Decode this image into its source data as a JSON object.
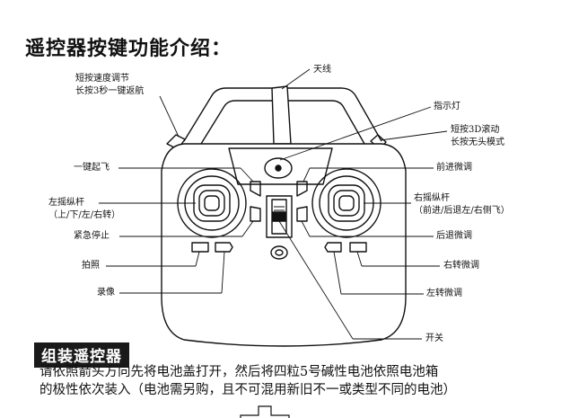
{
  "title": "遥控器按键功能介绍：",
  "labels": {
    "speed_line1": "短按速度调节",
    "speed_line2": "长按3秒一键返航",
    "antenna": "天线",
    "indicator": "指示灯",
    "rotate_line1": "短按3D滚动",
    "rotate_line2": "长按无头模式",
    "takeoff": "一键起飞",
    "forward_trim": "前进微调",
    "left_stick_line1": "左摇纵杆",
    "left_stick_line2": "（上/下/左/右转）",
    "right_stick_line1": "右摇纵杆",
    "right_stick_line2": "（前进/后退左/右侧飞）",
    "emergency_stop": "紧急停止",
    "backward_trim": "后退微调",
    "photo": "拍照",
    "right_turn_trim": "右转微调",
    "video": "录像",
    "left_turn_trim": "左转微调",
    "power_switch": "开关"
  },
  "battery": {
    "title": "组装遥控器",
    "line1": "请依照箭头方向先将电池盖打开，然后将四粒5号碱性电池依照电池箱",
    "line2": "的极性依次装入（电池需另购，且不可混用新旧不一或类型不同的电池）"
  }
}
